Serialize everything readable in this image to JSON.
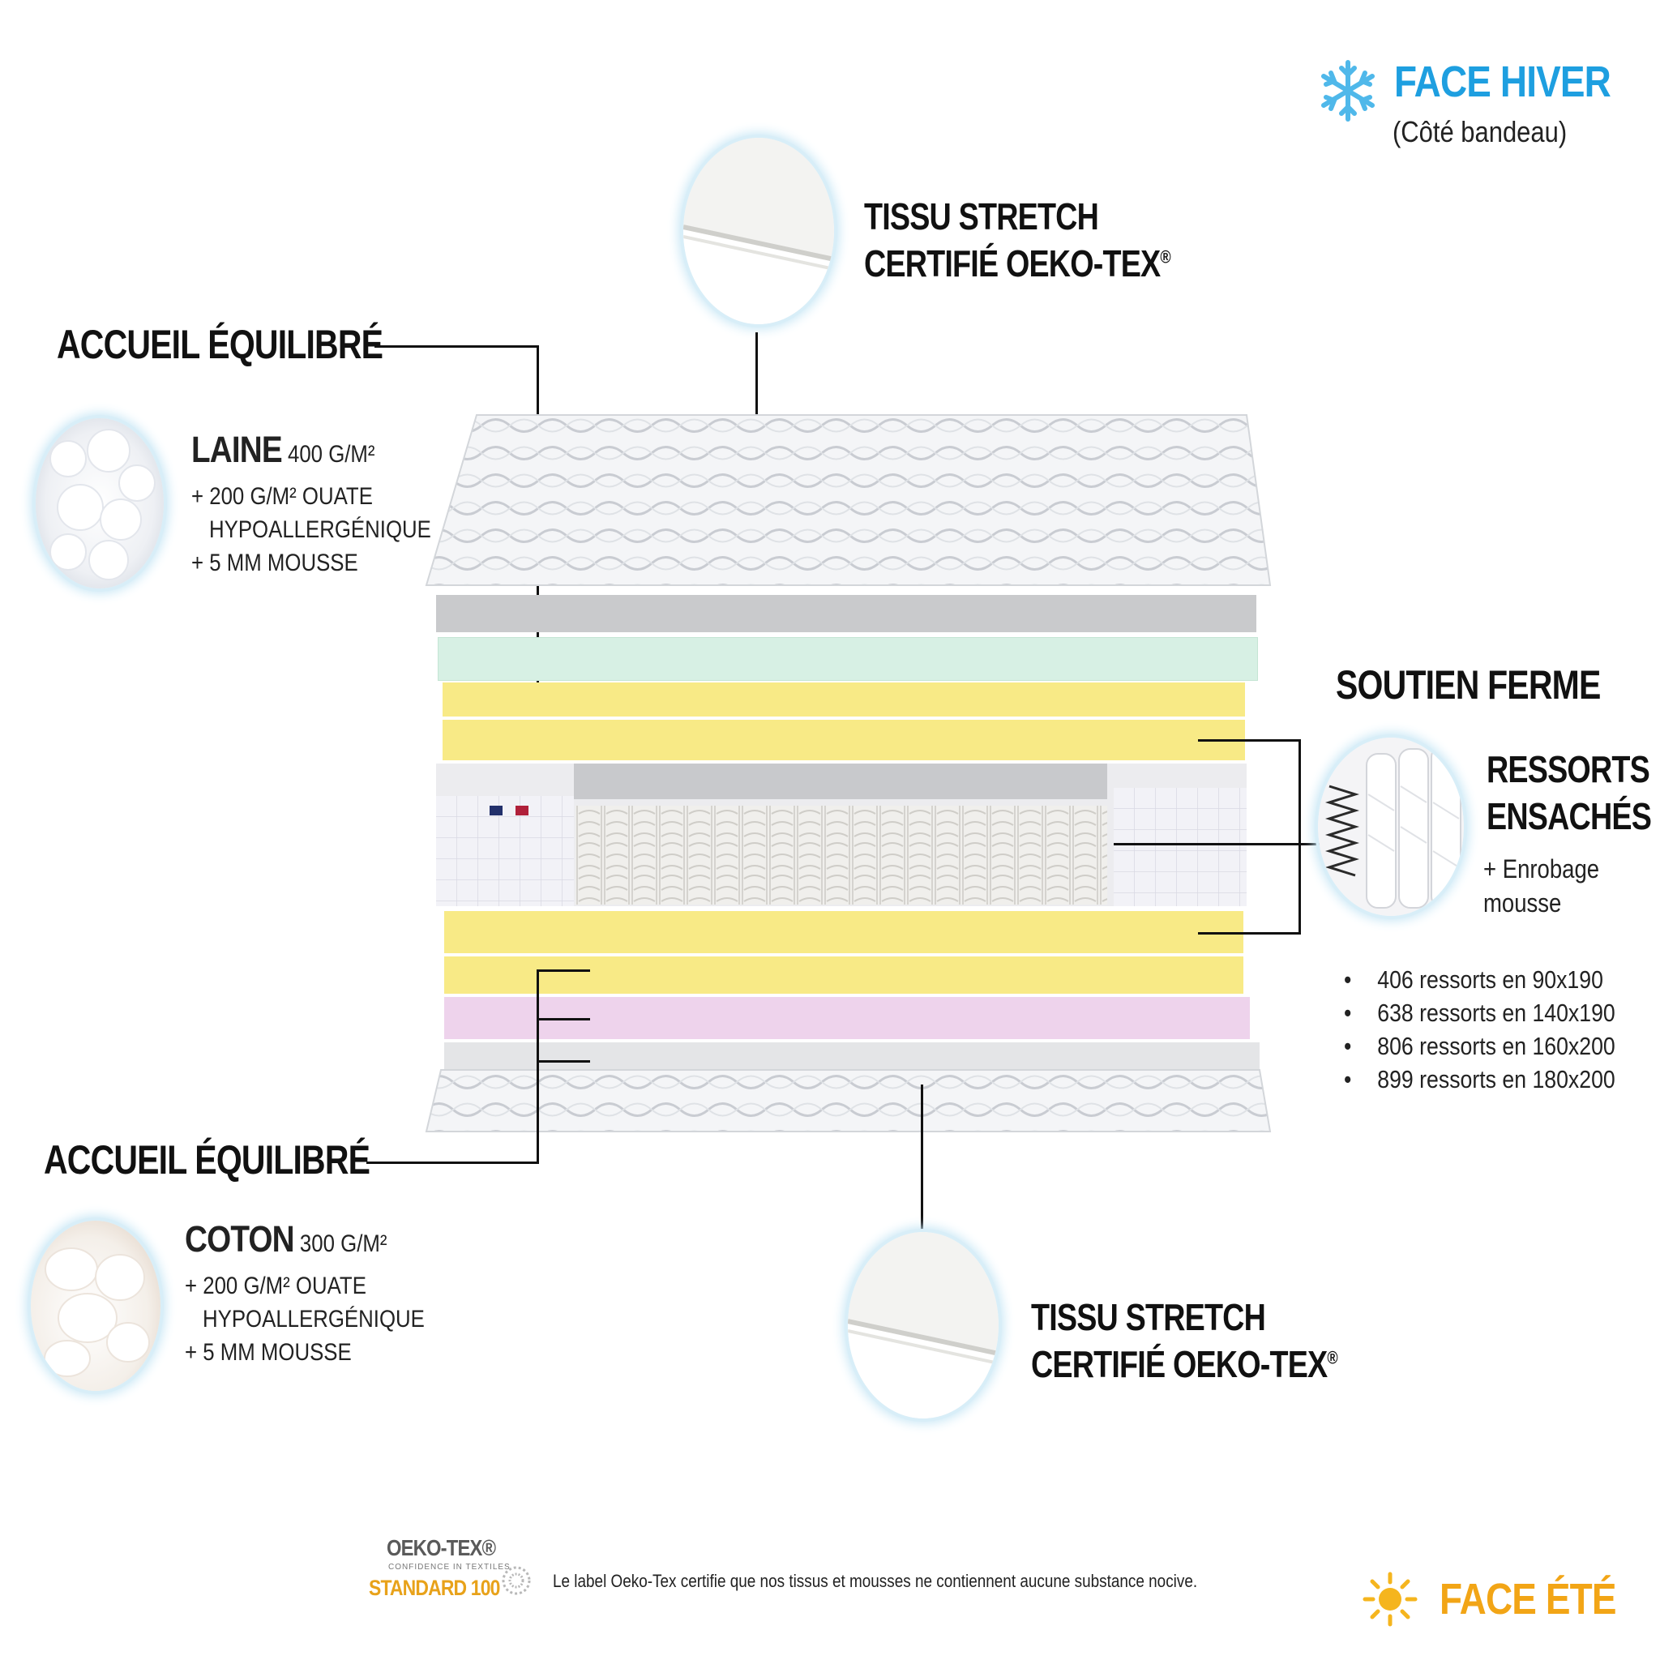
{
  "winter": {
    "title": "FACE HIVER",
    "subtitle": "(Côté bandeau)",
    "icon": "snowflake-icon",
    "color": "#1e9fe0"
  },
  "summer": {
    "title": "FACE ÉTÉ",
    "icon": "sun-icon",
    "color": "#f2a516"
  },
  "top_fabric": {
    "line1": "TISSU STRETCH",
    "line2": "CERTIFIÉ OEKO-TEX",
    "mark": "®"
  },
  "bottom_fabric": {
    "line1": "TISSU STRETCH",
    "line2": "CERTIFIÉ OEKO-TEX",
    "mark": "®"
  },
  "top_comfort": {
    "heading": "ACCUEIL ÉQUILIBRÉ",
    "material": "LAINE",
    "weight": "400 G/M²",
    "line2": "+ 200 G/M² OUATE",
    "line3": "HYPOALLERGÉNIQUE",
    "line4": "+ 5 MM MOUSSE"
  },
  "bottom_comfort": {
    "heading": "ACCUEIL ÉQUILIBRÉ",
    "material": "COTON",
    "weight": "300 G/M²",
    "line2": "+ 200 G/M² OUATE",
    "line3": "HYPOALLERGÉNIQUE",
    "line4": "+ 5 MM MOUSSE"
  },
  "support": {
    "heading": "SOUTIEN FERME",
    "springs_line1": "RESSORTS",
    "springs_line2": "ENSACHÉS",
    "coating_line1": "+ Enrobage",
    "coating_line2": "mousse",
    "counts": [
      "406 ressorts en 90x190",
      "638 ressorts en 140x190",
      "806 ressorts en 160x200",
      "899 ressorts en 180x200"
    ]
  },
  "oeko": {
    "logo_line1": "OEKO-TEX®",
    "logo_line2": "CONFIDENCE IN TEXTILES",
    "logo_line3": "STANDARD 100",
    "note": "Le label Oeko-Tex certifie que nos tissus et mousses ne contiennent aucune substance nocive."
  },
  "layer_colors": {
    "quilt": "#f1f2f4",
    "grey": "#c9cacc",
    "mint": "#d7f0e4",
    "yellow": "#f8ea86",
    "pink": "#eed3ec",
    "light_grey": "#e4e5e7"
  }
}
